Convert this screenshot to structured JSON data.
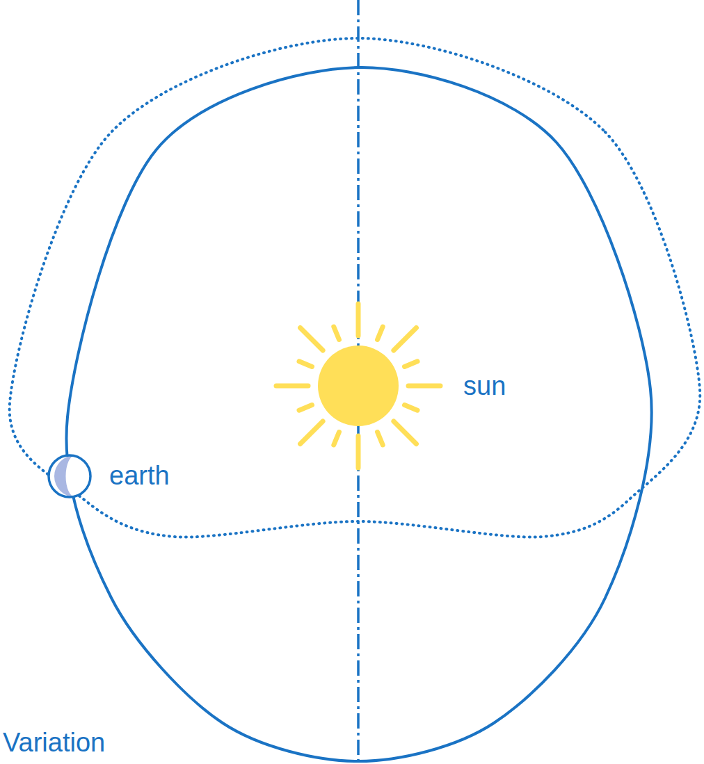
{
  "diagram": {
    "caption": "Variation",
    "labels": [
      "sun",
      "earth"
    ]
  }
}
